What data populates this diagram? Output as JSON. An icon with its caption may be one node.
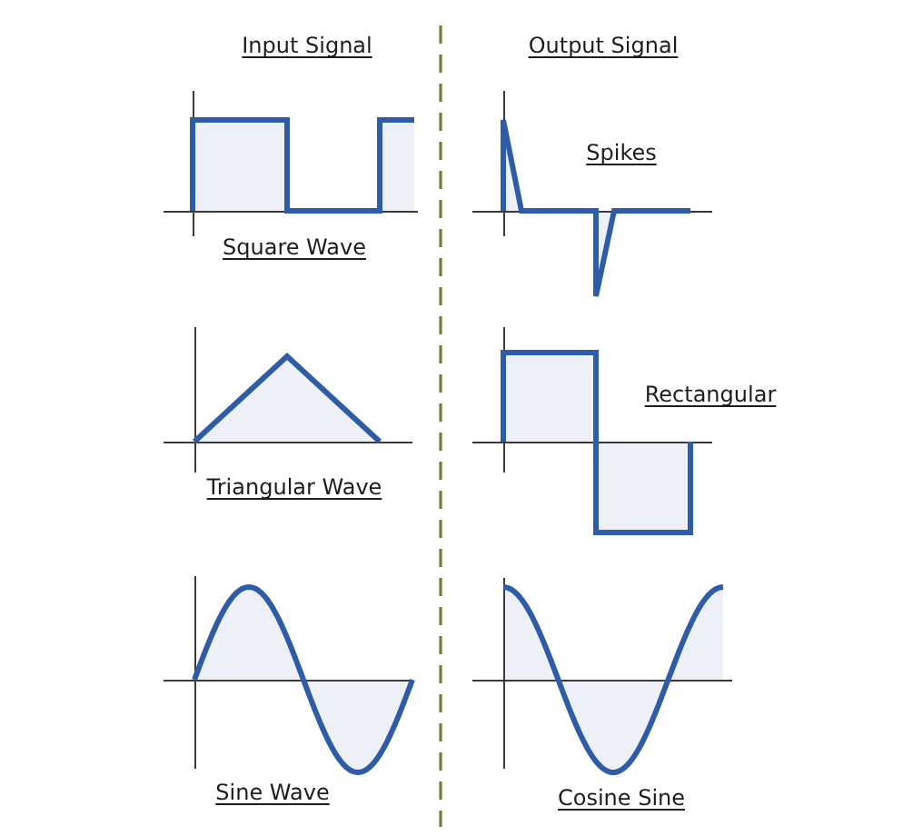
{
  "diagram": {
    "labels": [
      "Input Signal",
      "Output Signal",
      "Square Wave",
      "Spikes",
      "Triangular Wave",
      "Rectangular",
      "Sine Wave",
      "Cosine Sine"
    ]
  }
}
